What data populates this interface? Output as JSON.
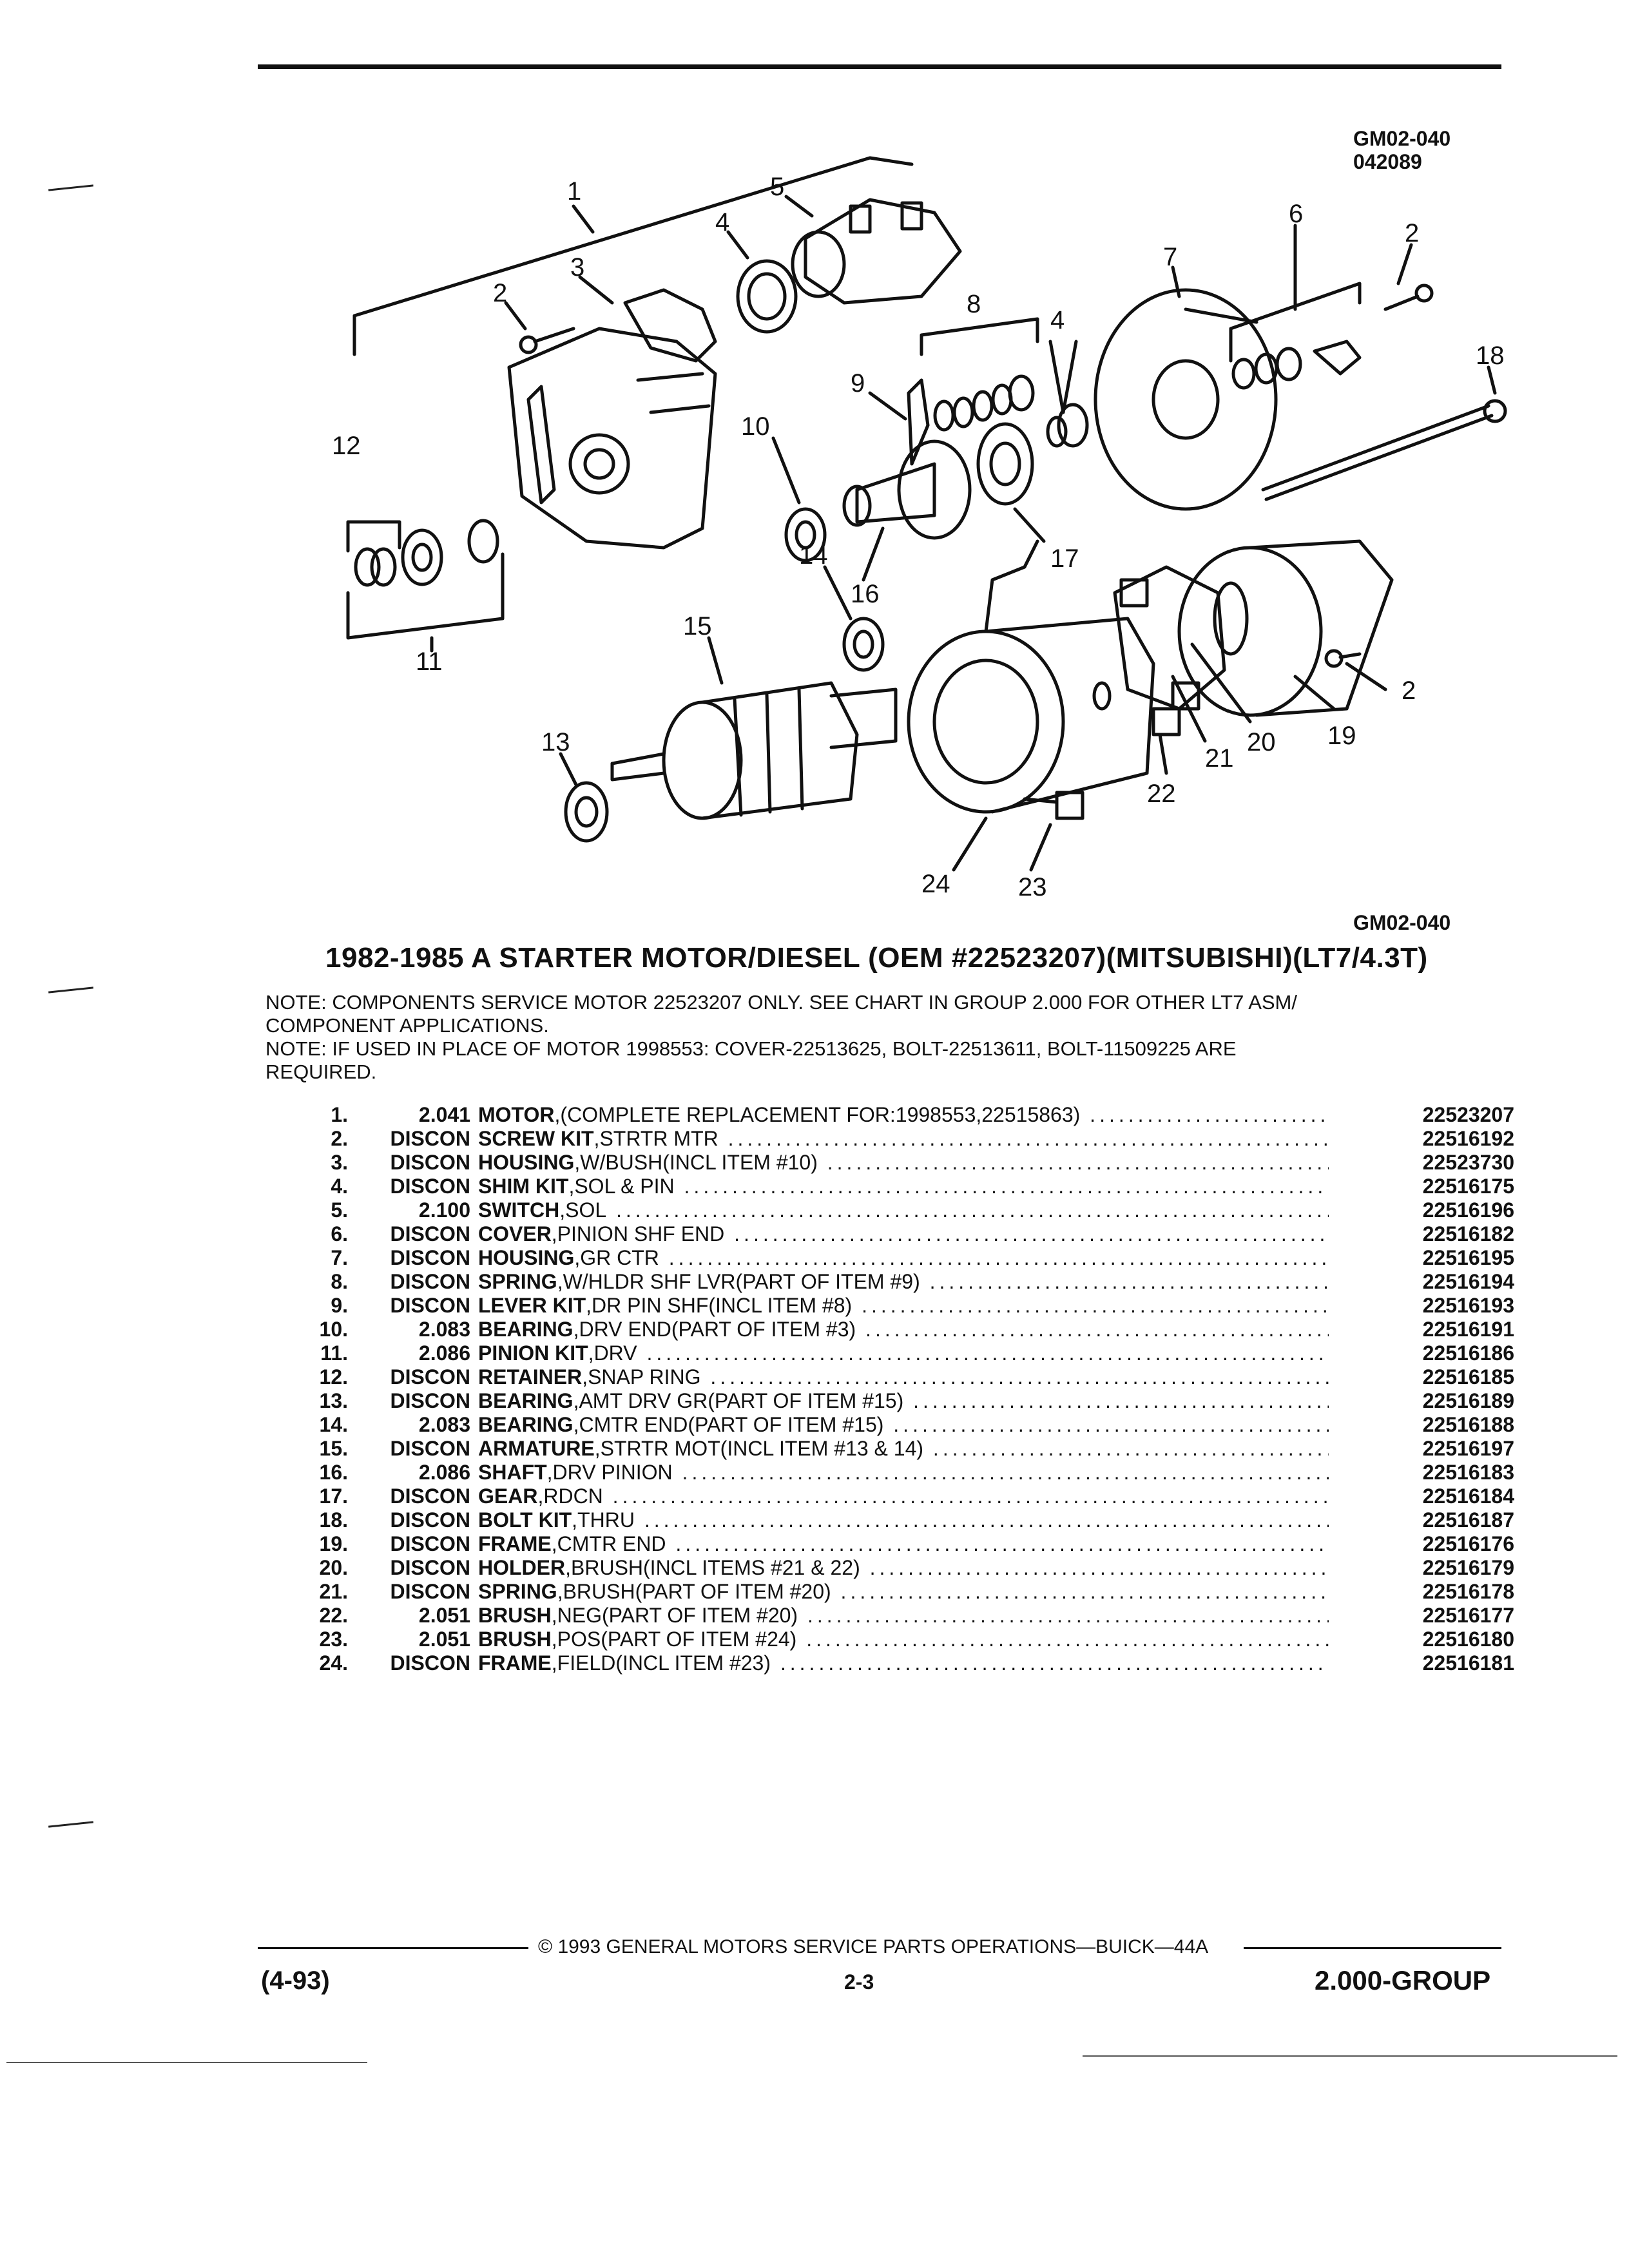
{
  "header": {
    "code": "GM02-040",
    "date_code": "042089"
  },
  "diagram": {
    "caption_code": "GM02-040",
    "callouts": [
      "1",
      "2",
      "3",
      "4",
      "5",
      "6",
      "7",
      "8",
      "9",
      "10",
      "11",
      "12",
      "13",
      "14",
      "15",
      "16",
      "17",
      "18",
      "19",
      "20",
      "21",
      "22",
      "23",
      "24"
    ]
  },
  "title": "1982-1985 A STARTER MOTOR/DIESEL (OEM #22523207)(MITSUBISHI)(LT7/4.3T)",
  "notes": [
    "NOTE: COMPONENTS SERVICE MOTOR 22523207 ONLY. SEE CHART IN GROUP 2.000 FOR OTHER LT7 ASM/",
    "COMPONENT APPLICATIONS.",
    "NOTE: IF USED IN PLACE OF MOTOR 1998553: COVER-22513625, BOLT-22513611, BOLT-11509225 ARE",
    "REQUIRED."
  ],
  "parts": [
    {
      "num": "1.",
      "group": "2.041",
      "name": "MOTOR",
      "desc": ",(COMPLETE REPLACEMENT FOR:1998553,22515863)",
      "part": "22523207"
    },
    {
      "num": "2.",
      "group": "DISCON",
      "name": "SCREW KIT",
      "desc": ",STRTR MTR",
      "part": "22516192"
    },
    {
      "num": "3.",
      "group": "DISCON",
      "name": "HOUSING",
      "desc": ",W/BUSH(INCL ITEM #10)",
      "part": "22523730"
    },
    {
      "num": "4.",
      "group": "DISCON",
      "name": "SHIM KIT",
      "desc": ",SOL & PIN",
      "part": "22516175"
    },
    {
      "num": "5.",
      "group": "2.100",
      "name": "SWITCH",
      "desc": ",SOL",
      "part": "22516196"
    },
    {
      "num": "6.",
      "group": "DISCON",
      "name": "COVER",
      "desc": ",PINION SHF END",
      "part": "22516182"
    },
    {
      "num": "7.",
      "group": "DISCON",
      "name": "HOUSING",
      "desc": ",GR CTR",
      "part": "22516195"
    },
    {
      "num": "8.",
      "group": "DISCON",
      "name": "SPRING",
      "desc": ",W/HLDR SHF LVR(PART OF ITEM #9)",
      "part": "22516194"
    },
    {
      "num": "9.",
      "group": "DISCON",
      "name": "LEVER KIT",
      "desc": ",DR PIN SHF(INCL ITEM #8)",
      "part": "22516193"
    },
    {
      "num": "10.",
      "group": "2.083",
      "name": "BEARING",
      "desc": ",DRV END(PART OF ITEM #3)",
      "part": "22516191"
    },
    {
      "num": "11.",
      "group": "2.086",
      "name": "PINION KIT",
      "desc": ",DRV",
      "part": "22516186"
    },
    {
      "num": "12.",
      "group": "DISCON",
      "name": "RETAINER",
      "desc": ",SNAP RING",
      "part": "22516185"
    },
    {
      "num": "13.",
      "group": "DISCON",
      "name": "BEARING",
      "desc": ",AMT DRV GR(PART OF ITEM #15)",
      "part": "22516189"
    },
    {
      "num": "14.",
      "group": "2.083",
      "name": "BEARING",
      "desc": ",CMTR END(PART OF ITEM #15)",
      "part": "22516188"
    },
    {
      "num": "15.",
      "group": "DISCON",
      "name": "ARMATURE",
      "desc": ",STRTR MOT(INCL ITEM #13 & 14)",
      "part": "22516197"
    },
    {
      "num": "16.",
      "group": "2.086",
      "name": "SHAFT",
      "desc": ",DRV PINION",
      "part": "22516183"
    },
    {
      "num": "17.",
      "group": "DISCON",
      "name": "GEAR",
      "desc": ",RDCN",
      "part": "22516184"
    },
    {
      "num": "18.",
      "group": "DISCON",
      "name": "BOLT KIT",
      "desc": ",THRU",
      "part": "22516187"
    },
    {
      "num": "19.",
      "group": "DISCON",
      "name": "FRAME",
      "desc": ",CMTR END",
      "part": "22516176"
    },
    {
      "num": "20.",
      "group": "DISCON",
      "name": "HOLDER",
      "desc": ",BRUSH(INCL ITEMS #21 & 22)",
      "part": "22516179"
    },
    {
      "num": "21.",
      "group": "DISCON",
      "name": "SPRING",
      "desc": ",BRUSH(PART OF ITEM #20)",
      "part": "22516178"
    },
    {
      "num": "22.",
      "group": "2.051",
      "name": "BRUSH",
      "desc": ",NEG(PART OF ITEM #20)",
      "part": "22516177"
    },
    {
      "num": "23.",
      "group": "2.051",
      "name": "BRUSH",
      "desc": ",POS(PART OF ITEM #24)",
      "part": "22516180"
    },
    {
      "num": "24.",
      "group": "DISCON",
      "name": "FRAME",
      "desc": ",FIELD(INCL ITEM #23)",
      "part": "22516181"
    }
  ],
  "footer": {
    "copyright": "© 1993 GENERAL MOTORS SERVICE PARTS OPERATIONS—BUICK—44A",
    "date": "(4-93)",
    "page": "2-3",
    "group": "2.000-GROUP"
  }
}
